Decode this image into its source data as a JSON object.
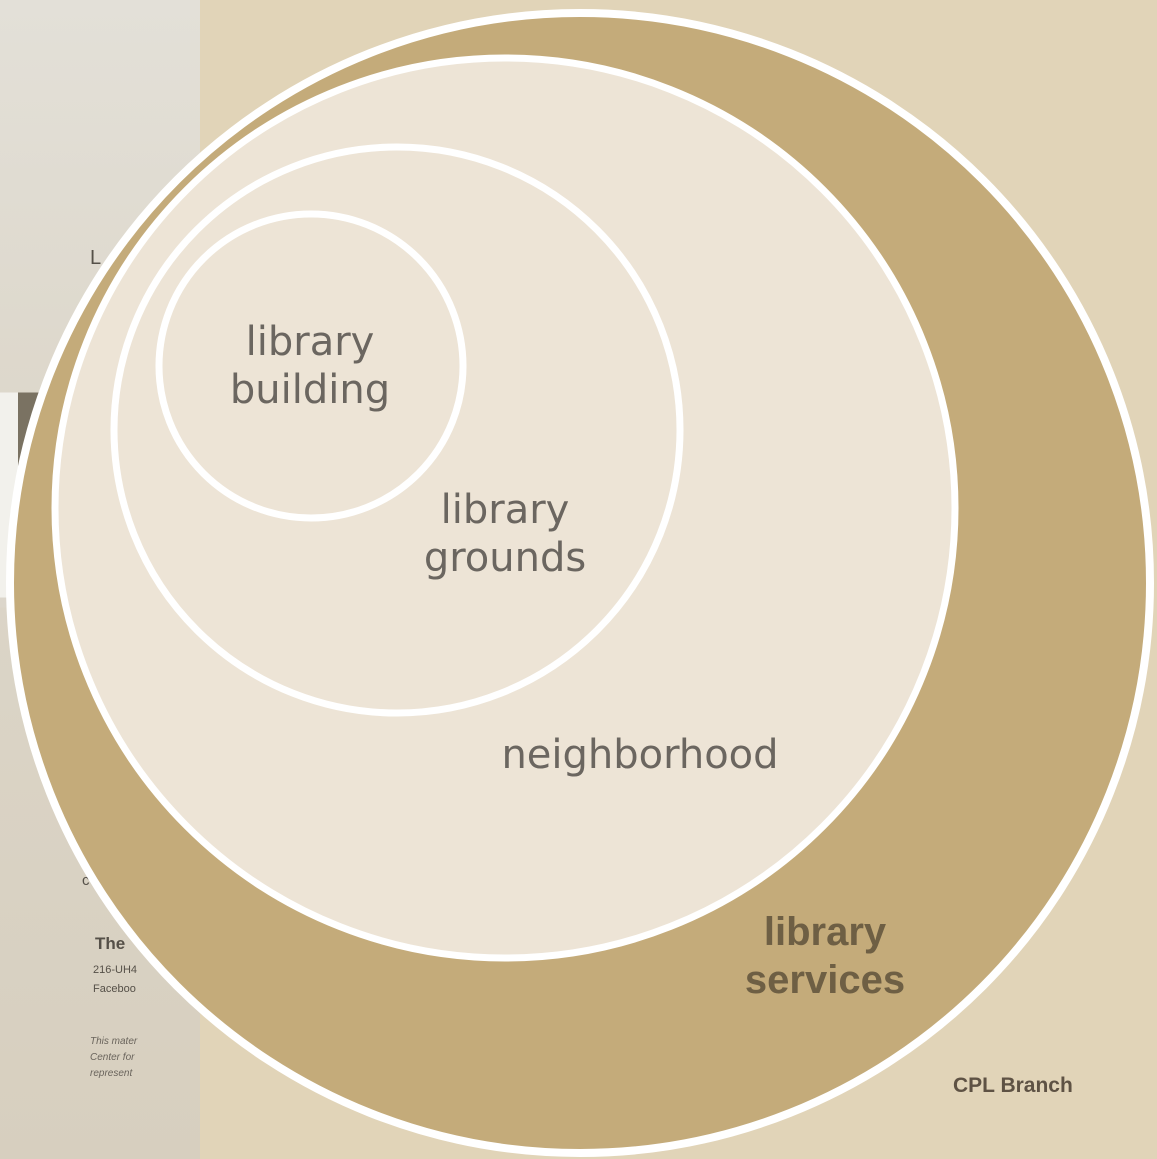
{
  "diagram": {
    "rings": [
      {
        "id": "library-services",
        "label_lines": [
          "library",
          "services"
        ]
      },
      {
        "id": "neighborhood",
        "label_lines": [
          "neighborhood"
        ]
      },
      {
        "id": "library-grounds",
        "label_lines": [
          "library",
          "grounds"
        ]
      },
      {
        "id": "library-building",
        "label_lines": [
          "library",
          "building"
        ]
      }
    ],
    "caption": "CPL Branch",
    "colors": {
      "outer_ring": "#c4ab7a",
      "inner_fill": "#ede4d6",
      "stroke": "#ffffff",
      "background": "#e1d4b8"
    }
  },
  "background_fragment": {
    "letter": "L",
    "small_letter": "c",
    "heading": "The",
    "phone": "216-UH4",
    "social": "Faceboo",
    "fine_print": [
      "This mater",
      "Center for",
      "represent"
    ]
  }
}
